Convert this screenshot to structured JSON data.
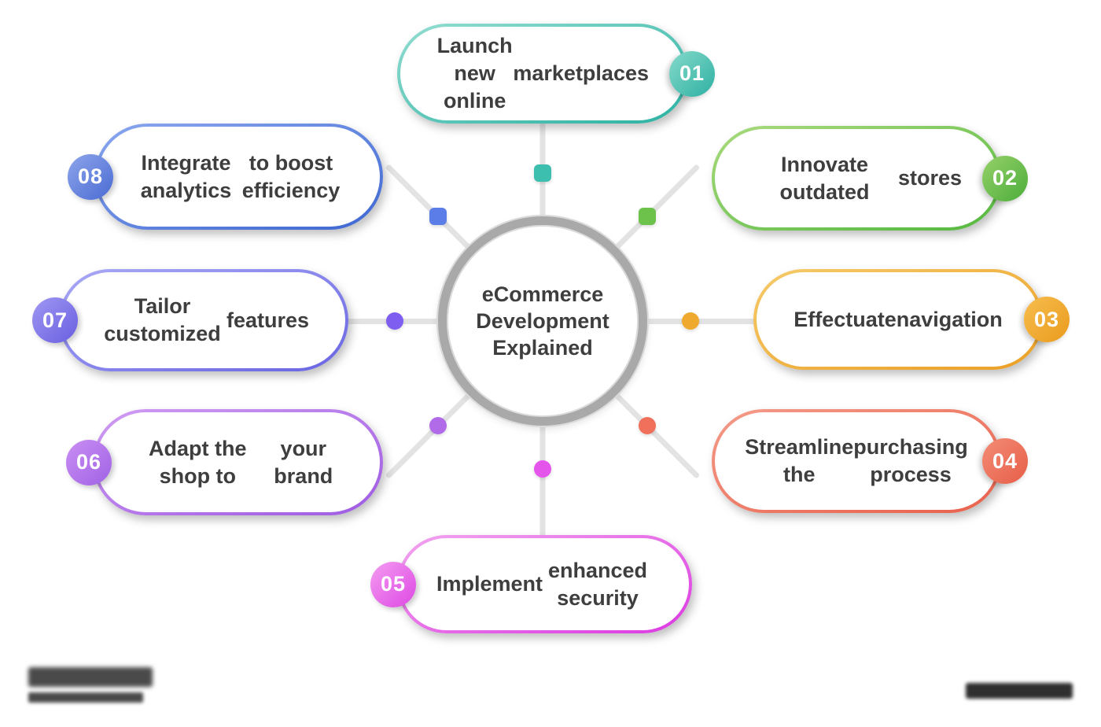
{
  "hub": {
    "title": "eCommerce Development Explained",
    "title_lines": [
      "eCommerce",
      "Development",
      "Explained"
    ],
    "ring_color": "#a9a9a9"
  },
  "colors": {
    "background": "#ffffff",
    "text": "#3e3e3e",
    "spoke": "#e3e3e3",
    "badge_text": "#ffffff"
  },
  "items": [
    {
      "number": "01",
      "title": "Launch new online marketplaces",
      "title_lines": [
        "Launch new online",
        "marketplaces"
      ],
      "badge_side": "right",
      "border_from": "#93ddd1",
      "border_to": "#2bb2a3",
      "badge_from": "#85dacb",
      "badge_to": "#2eb0a2",
      "marker_color": "#3cbfae"
    },
    {
      "number": "02",
      "title": "Innovate outdated stores",
      "title_lines": [
        "Innovate outdated",
        "stores"
      ],
      "badge_side": "right",
      "border_from": "#a9da7e",
      "border_to": "#54b83e",
      "badge_from": "#96d16a",
      "badge_to": "#4cad3a",
      "marker_color": "#6cc24b"
    },
    {
      "number": "03",
      "title": "Effectuate navigation",
      "title_lines": [
        "Effectuate",
        "navigation"
      ],
      "badge_side": "right",
      "border_from": "#f6ca6a",
      "border_to": "#eb9f25",
      "badge_from": "#f7bd4e",
      "badge_to": "#ea9b1d",
      "marker_color": "#f0a92f"
    },
    {
      "number": "04",
      "title": "Streamline the purchasing process",
      "title_lines": [
        "Streamline the",
        "purchasing process"
      ],
      "badge_side": "right",
      "border_from": "#f49b89",
      "border_to": "#e8614c",
      "badge_from": "#f38c76",
      "badge_to": "#e75e48",
      "marker_color": "#f1705b"
    },
    {
      "number": "05",
      "title": "Implement enhanced security",
      "title_lines": [
        "Implement",
        "enhanced security"
      ],
      "badge_side": "left",
      "border_from": "#f2a5ef",
      "border_to": "#dc39e2",
      "badge_from": "#f49cf1",
      "badge_to": "#dd48e3",
      "marker_color": "#e455ec"
    },
    {
      "number": "06",
      "title": "Adapt the shop to your brand",
      "title_lines": [
        "Adapt the shop to",
        "your brand"
      ],
      "badge_side": "left",
      "border_from": "#d09cf3",
      "border_to": "#9e5be2",
      "badge_from": "#ca8ef3",
      "badge_to": "#a063e5",
      "marker_color": "#b16be9"
    },
    {
      "number": "07",
      "title": "Tailor customized features",
      "title_lines": [
        "Tailor customized",
        "features"
      ],
      "badge_side": "left",
      "border_from": "#a9a9f6",
      "border_to": "#6965e2",
      "badge_from": "#a098f3",
      "badge_to": "#695ee0",
      "marker_color": "#7e5ef0"
    },
    {
      "number": "08",
      "title": "Integrate analytics to boost efficiency",
      "title_lines": [
        "Integrate analytics",
        "to boost efficiency"
      ],
      "badge_side": "left",
      "border_from": "#8ba7ef",
      "border_to": "#3e67d1",
      "badge_from": "#8ea5eb",
      "badge_to": "#4a6bd3",
      "marker_color": "#5b7de8"
    }
  ]
}
